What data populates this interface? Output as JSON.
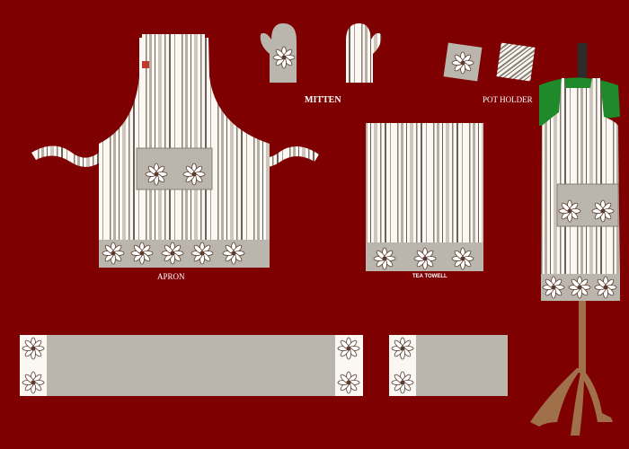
{
  "labels": {
    "apron": "APRON",
    "mitten": "MITTEN",
    "pot_holder": "POT HOLDER",
    "tea_towel": "TEA TOWELL"
  },
  "colors": {
    "background": "#7f0000",
    "fabric": "#fbf8f4",
    "stripe": "#8a7e74",
    "band": "#bab5ad",
    "flower": "#5a3b2e",
    "top": "#1e8a2a",
    "stand": "#a0704a"
  }
}
